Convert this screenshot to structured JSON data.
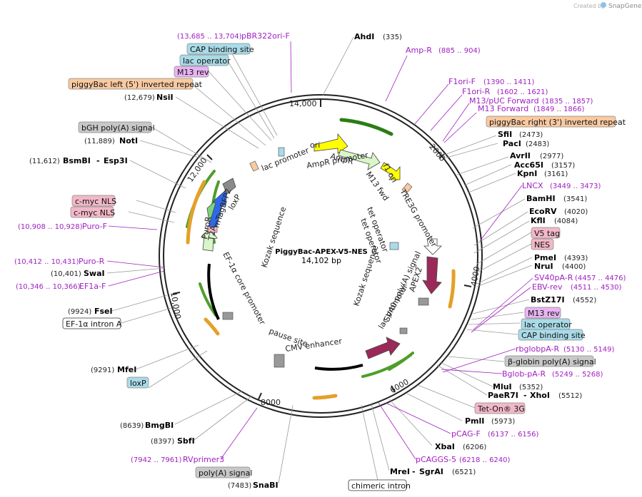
{
  "brand": {
    "created_by": "Created by",
    "name": "SnapGene"
  },
  "plasmid": {
    "name": "PiggyBac-APEX-V5-NES",
    "length": "14,102 bp"
  },
  "ticks": [
    "2000",
    "4000",
    "6000",
    "8000",
    "10,000",
    "12,000",
    "14,000"
  ],
  "enzymes": [
    {
      "name": "AhdI",
      "pos": "(335)"
    },
    {
      "name": "SfiI",
      "pos": "(2473)"
    },
    {
      "name": "PacI",
      "pos": "(2483)"
    },
    {
      "name": "AvrII",
      "pos": "(2977)"
    },
    {
      "name": "Acc65I",
      "pos": "(3157)"
    },
    {
      "name": "KpnI",
      "pos": "(3161)"
    },
    {
      "name": "BamHI",
      "pos": "(3541)"
    },
    {
      "name": "EcoRV",
      "pos": "(4020)"
    },
    {
      "name": "KflI",
      "pos": "(4084)"
    },
    {
      "name": "PmeI",
      "pos": "(4393)"
    },
    {
      "name": "NruI",
      "pos": "(4400)"
    },
    {
      "name": "BstZ17I",
      "pos": "(4552)"
    },
    {
      "name": "MluI",
      "pos": "(5352)"
    },
    {
      "name": "PaeR7I",
      "name2": "XhoI",
      "pos": "(5512)"
    },
    {
      "name": "PmlI",
      "pos": "(5973)"
    },
    {
      "name": "XbaI",
      "pos": "(6206)"
    },
    {
      "name": "MreI",
      "name2": "SgrAI",
      "pos": "(6521)"
    },
    {
      "name": "SnaBI",
      "pos": "(7483)"
    },
    {
      "name": "SbfI",
      "pos": "(8397)"
    },
    {
      "name": "BmgBI",
      "pos": "(8639)"
    },
    {
      "name": "MfeI",
      "pos": "(9291)"
    },
    {
      "name": "FseI",
      "pos": "(9924)"
    },
    {
      "name": "SwaI",
      "pos": "(10,401)"
    },
    {
      "name": "BsmBI",
      "name2": "Esp3I",
      "pos": "(11,612)"
    },
    {
      "name": "NotI",
      "pos": "(11,889)"
    },
    {
      "name": "NsiI",
      "pos": "(12,679)"
    }
  ],
  "primers": [
    {
      "name": "Amp-R",
      "range": "(885 .. 904)"
    },
    {
      "name": "F1ori-F",
      "range": "(1390 .. 1411)"
    },
    {
      "name": "F1ori-R",
      "range": "(1602 .. 1621)"
    },
    {
      "name": "M13/pUC Forward",
      "range": "(1835 .. 1857)"
    },
    {
      "name": "M13 Forward",
      "range": "(1849 .. 1866)"
    },
    {
      "name": "LNCX",
      "range": "(3449 .. 3473)"
    },
    {
      "name": "SV40pA-R",
      "range": "(4457 .. 4476)"
    },
    {
      "name": "EBV-rev",
      "range": "(4511 .. 4530)"
    },
    {
      "name": "rbglobpA-R",
      "range": "(5130 .. 5149)"
    },
    {
      "name": "Bglob-pA-R",
      "range": "(5249 .. 5268)"
    },
    {
      "name": "pCAG-F",
      "range": "(6137 .. 6156)"
    },
    {
      "name": "pCAGGS-5",
      "range": "(6218 .. 6240)"
    },
    {
      "name": "RVprimer3",
      "range": "(7942 .. 7961)"
    },
    {
      "name": "EF1a-F",
      "range": "(10,346 .. 10,366)"
    },
    {
      "name": "Puro-R",
      "range": "(10,412 .. 10,431)"
    },
    {
      "name": "Puro-F",
      "range": "(10,908 .. 10,928)"
    },
    {
      "name": "pBR322ori-F",
      "range": "(13,685 .. 13,704)"
    }
  ],
  "boxed_features": [
    {
      "name": "piggyBac right (3') inverted repeat",
      "color": "#f9c9a0"
    },
    {
      "name": "V5 tag",
      "color": "#f2b8c8"
    },
    {
      "name": "NES",
      "color": "#f2b8c8"
    },
    {
      "name": "M13 rev",
      "color": "#e9b3f2"
    },
    {
      "name": "lac operator",
      "color": "#a9dbe8"
    },
    {
      "name": "CAP binding site",
      "color": "#a9dbe8"
    },
    {
      "name": "β-globin poly(A) signal",
      "color": "#c8c8c8"
    },
    {
      "name": "Tet-On® 3G",
      "color": "#f2b8c8"
    },
    {
      "name": "chimeric intron",
      "color": "#ffffff"
    },
    {
      "name": "poly(A) signal",
      "color": "#c8c8c8"
    },
    {
      "name": "loxP",
      "color": "#a9dbe8"
    },
    {
      "name": "EF-1α intron A",
      "color": "#ffffff"
    },
    {
      "name": "c-myc NLS",
      "color": "#f2b8c8"
    },
    {
      "name": "c-myc NLS",
      "color": "#f2b8c8"
    },
    {
      "name": "bGH poly(A) signal",
      "color": "#c8c8c8"
    },
    {
      "name": "piggyBac left (5') inverted repeat",
      "color": "#f9c9a0"
    },
    {
      "name": "M13 rev",
      "color": "#e9b3f2"
    },
    {
      "name": "lac operator",
      "color": "#a9dbe8"
    },
    {
      "name": "CAP binding site",
      "color": "#a9dbe8"
    }
  ],
  "inner_labels": [
    "ori",
    "AmpR",
    "AmpR promoter",
    "f1 ori",
    "M13 fwd",
    "lac promoter",
    "TRE3G promoter",
    "tet operator",
    "tet operator",
    "Kozak sequence",
    "APEX2",
    "SV40 poly(A) signal",
    "lac promoter",
    "pause site",
    "CMV enhancer",
    "EF-1α core promoter",
    "PuroR",
    "T2A",
    "mTagBFP2",
    "loxP",
    "Kozak sequence"
  ],
  "colors": {
    "enzyme": "#000000",
    "primer": "#a020c0",
    "leader": "#9a9a9a"
  }
}
